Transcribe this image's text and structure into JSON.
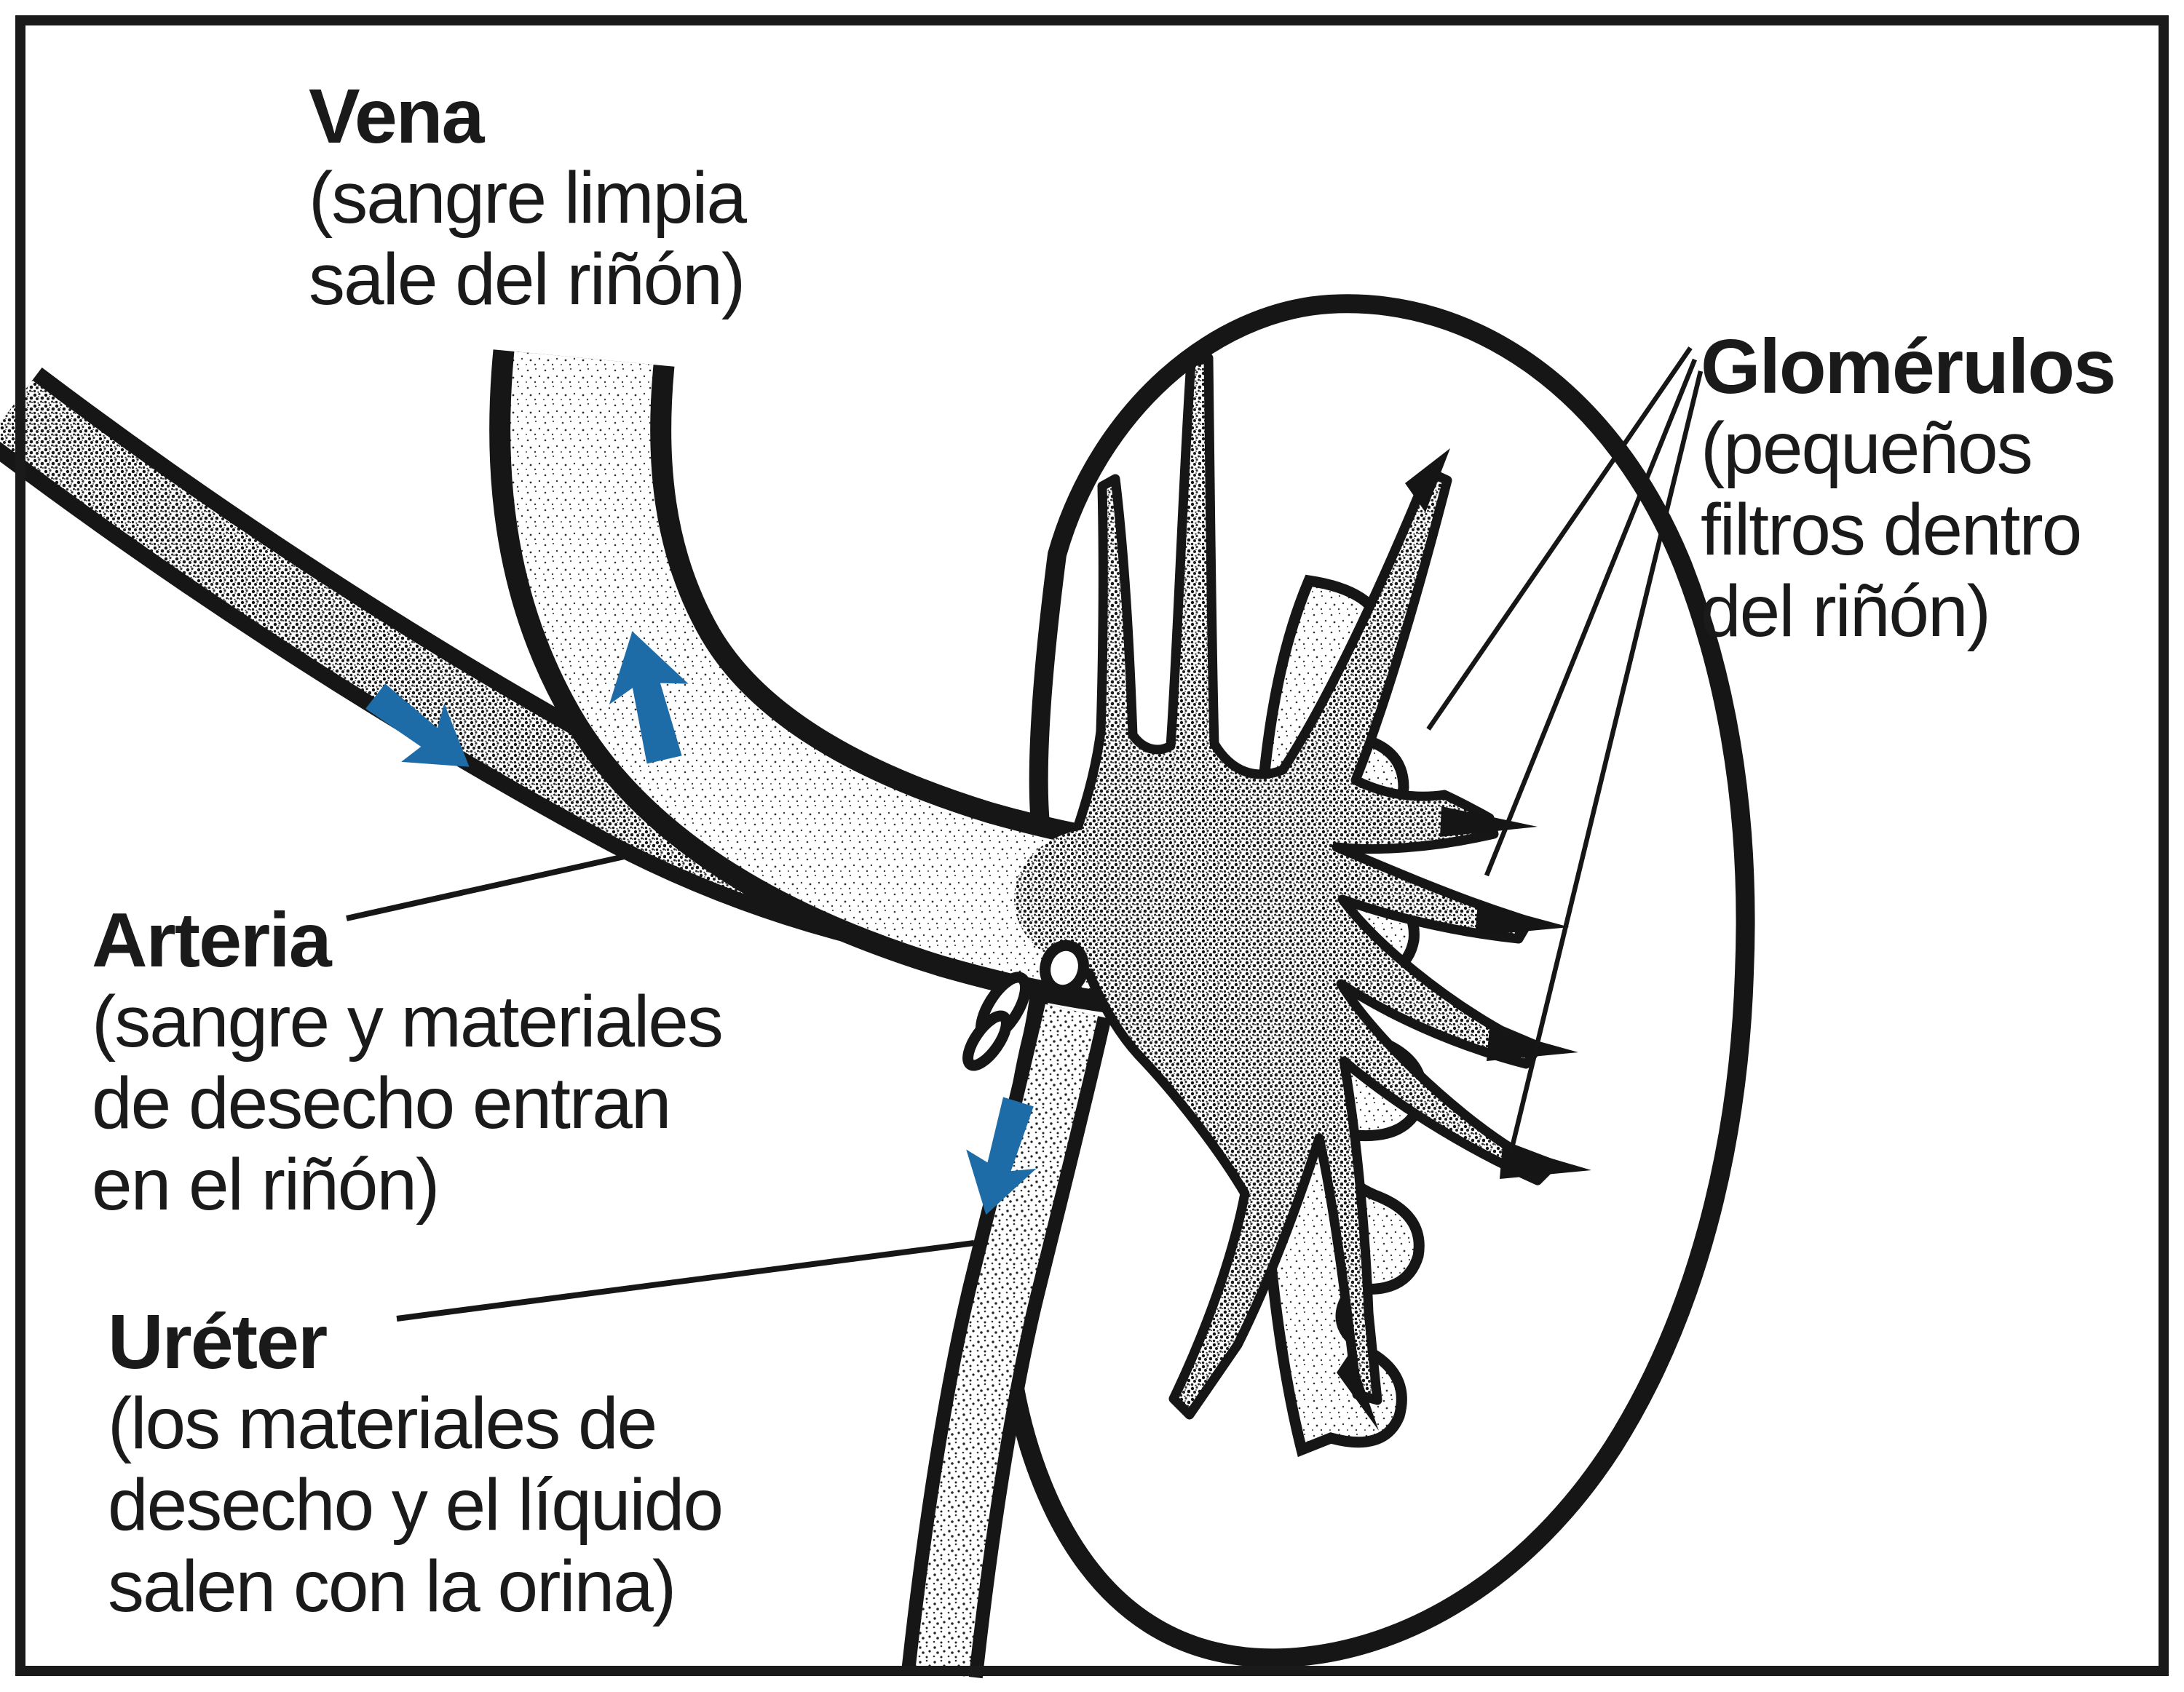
{
  "figure": {
    "type": "anatomical-diagram",
    "subject": "kidney (riñón) with blood vessels and ureter",
    "language": "es"
  },
  "labels": {
    "vena": {
      "title": "Vena",
      "lines": [
        "(sangre limpia",
        "sale del riñón)"
      ]
    },
    "glomerulos": {
      "title": "Glomérulos",
      "lines": [
        "(pequeños",
        "filtros dentro",
        "del riñón)"
      ]
    },
    "arteria": {
      "title": "Arteria",
      "lines": [
        "(sangre y materiales",
        "de desecho entran",
        "en el riñón)"
      ]
    },
    "ureter": {
      "title": "Uréter",
      "lines": [
        "(los materiales de",
        "desecho y el líquido",
        "salen con la orina)"
      ]
    }
  },
  "arrows": [
    {
      "name": "vein-flow-arrow",
      "direction": "up",
      "meaning": "clean blood leaves kidney"
    },
    {
      "name": "artery-flow-arrow",
      "direction": "down-right",
      "meaning": "blood and waste enter kidney"
    },
    {
      "name": "ureter-flow-arrow",
      "direction": "down",
      "meaning": "waste and fluid leave with urine"
    }
  ],
  "colors": {
    "flow_arrow_blue": "#1d6ca8",
    "ink": "#1a1a1a",
    "background": "#ffffff"
  }
}
